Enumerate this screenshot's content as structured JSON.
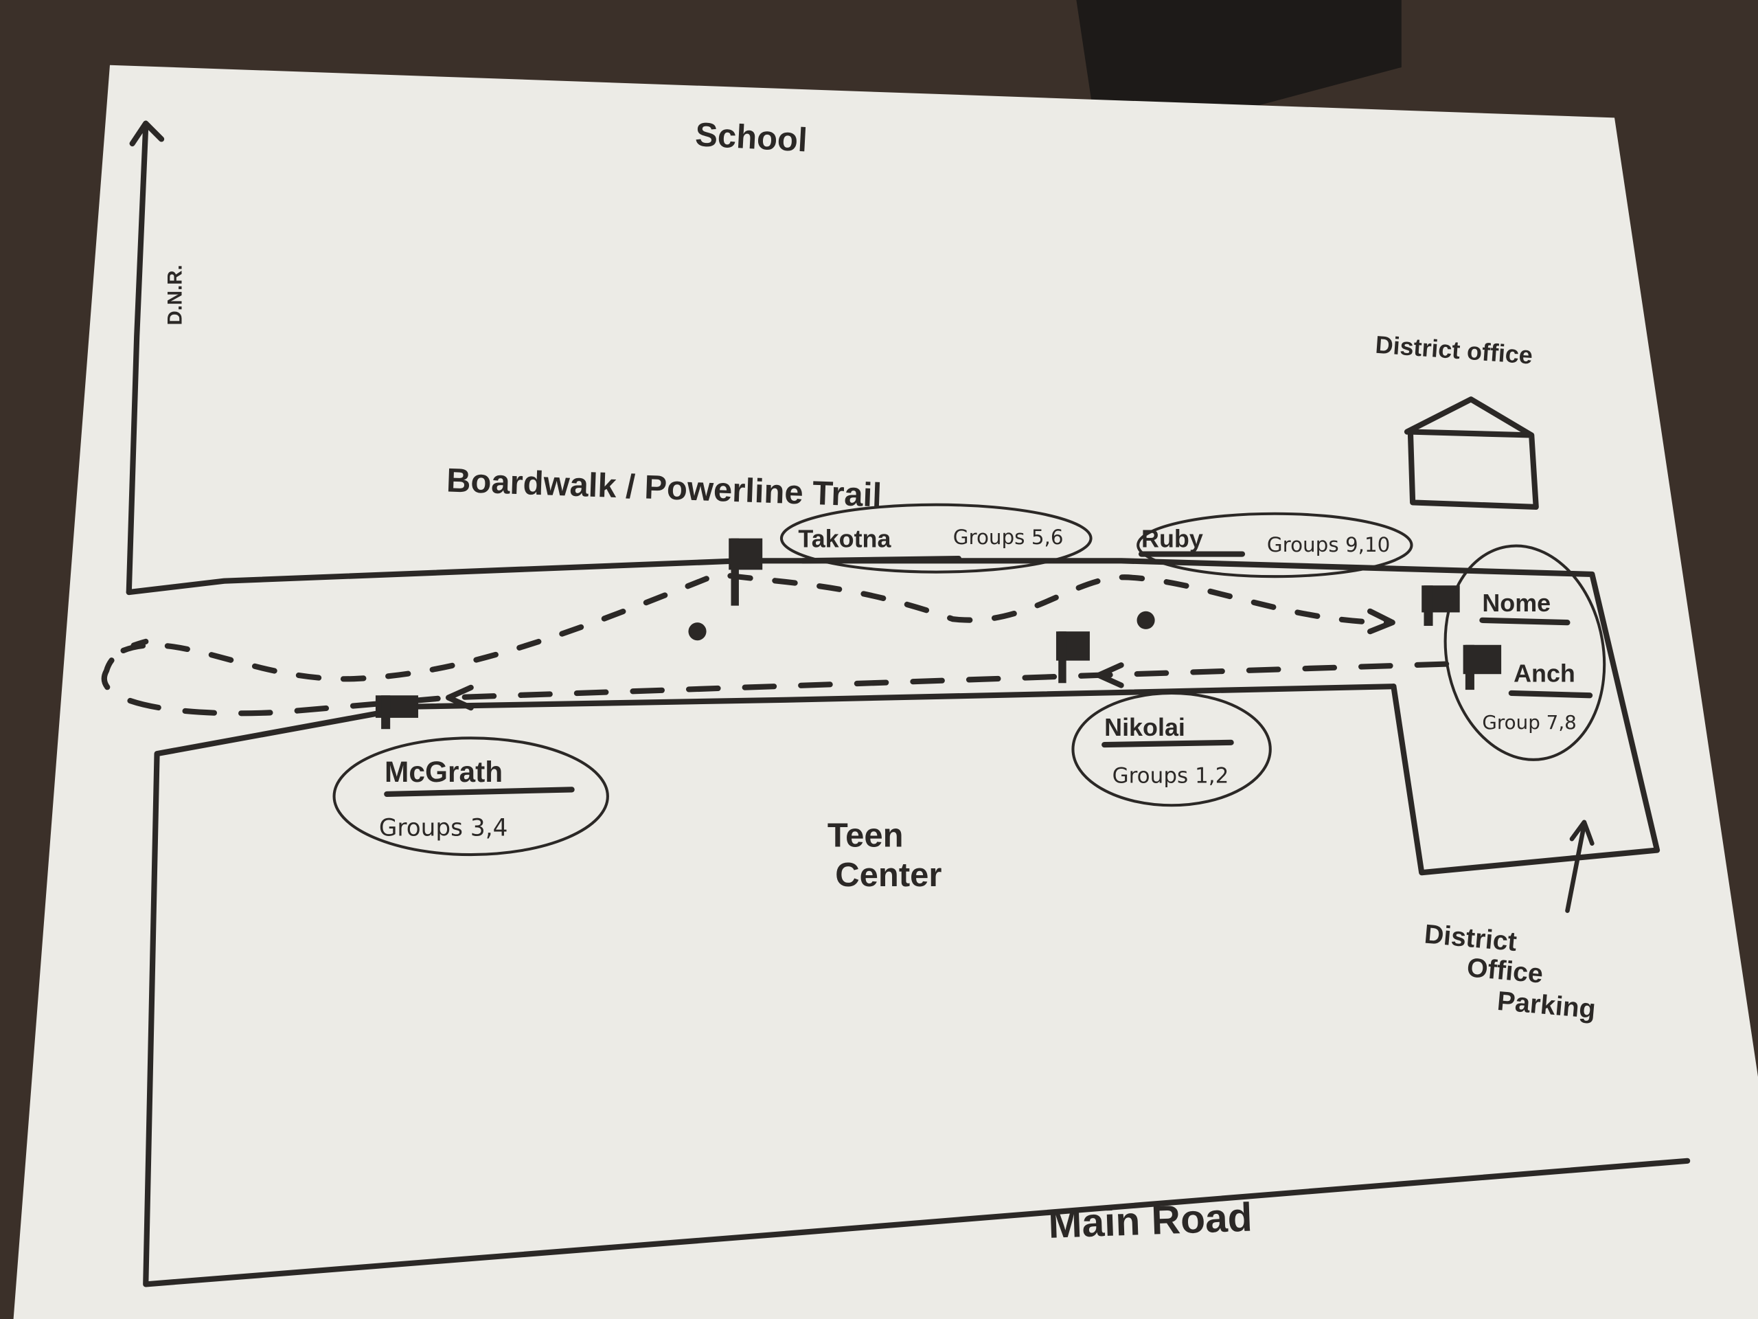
{
  "map": {
    "labels": {
      "school": "School",
      "dnr": "D.N.R.",
      "trail": "Boardwalk / Powerline Trail",
      "district_office": "District office",
      "teen_center_line1": "Teen",
      "teen_center_line2": "Center",
      "parking_line1": "District",
      "parking_line2": "Office",
      "parking_line3": "Parking",
      "main_road": "Main Road"
    },
    "stations": [
      {
        "name": "Takotna",
        "groups": "Groups 5,6"
      },
      {
        "name": "Ruby",
        "groups": "Groups 9,10"
      },
      {
        "name": "Nome",
        "groups": ""
      },
      {
        "name": "Anch",
        "groups": "Group 7,8"
      },
      {
        "name": "Nikolai",
        "groups": "Groups 1,2"
      },
      {
        "name": "McGrath",
        "groups": "Groups 3,4"
      }
    ]
  },
  "colors": {
    "ink": "#2b2826",
    "paper": "#ecebe6",
    "table": "#3a2f28"
  }
}
